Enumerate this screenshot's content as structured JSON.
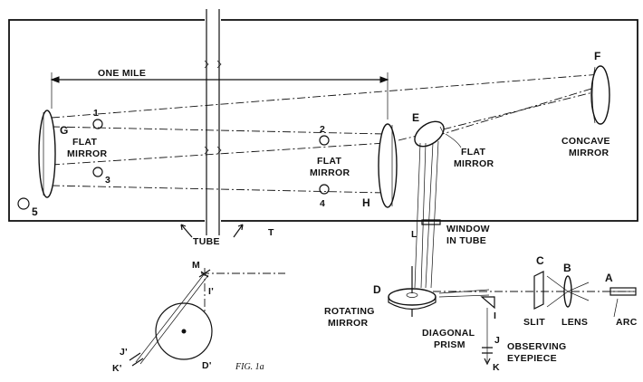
{
  "diagram": {
    "distance_label": "ONE MILE",
    "tube_label": "TUBE",
    "tube_letter": "T",
    "figure_caption": "FIG. 1a",
    "mirrors": {
      "G": {
        "letter": "G",
        "line1": "FLAT",
        "line2": "MIRROR"
      },
      "H": {
        "letter": "H",
        "line1": "FLAT",
        "line2": "MIRROR"
      },
      "E": {
        "letter": "E",
        "line1": "FLAT",
        "line2": "MIRROR"
      },
      "F": {
        "letter": "F",
        "line1": "CONCAVE",
        "line2": "MIRROR"
      },
      "D": {
        "letter": "D",
        "line1": "ROTATING",
        "line2": "MIRROR"
      }
    },
    "points": [
      "1",
      "2",
      "3",
      "4",
      "5"
    ],
    "window": {
      "letter": "L",
      "line1": "WINDOW",
      "line2": "IN TUBE"
    },
    "slit": {
      "letter": "C",
      "label": "SLIT"
    },
    "lens": {
      "letter": "B",
      "label": "LENS"
    },
    "arc": {
      "letter": "A",
      "label": "ARC"
    },
    "prism": {
      "letter": "I",
      "line1": "DIAGONAL",
      "line2": "PRISM"
    },
    "eyepiece": {
      "letter_j": "J",
      "letter_k": "K",
      "line1": "OBSERVING",
      "line2": "EYEPIECE"
    },
    "inset": {
      "m": "M",
      "i": "I'",
      "j": "J'",
      "k": "K'",
      "d": "D'"
    }
  }
}
